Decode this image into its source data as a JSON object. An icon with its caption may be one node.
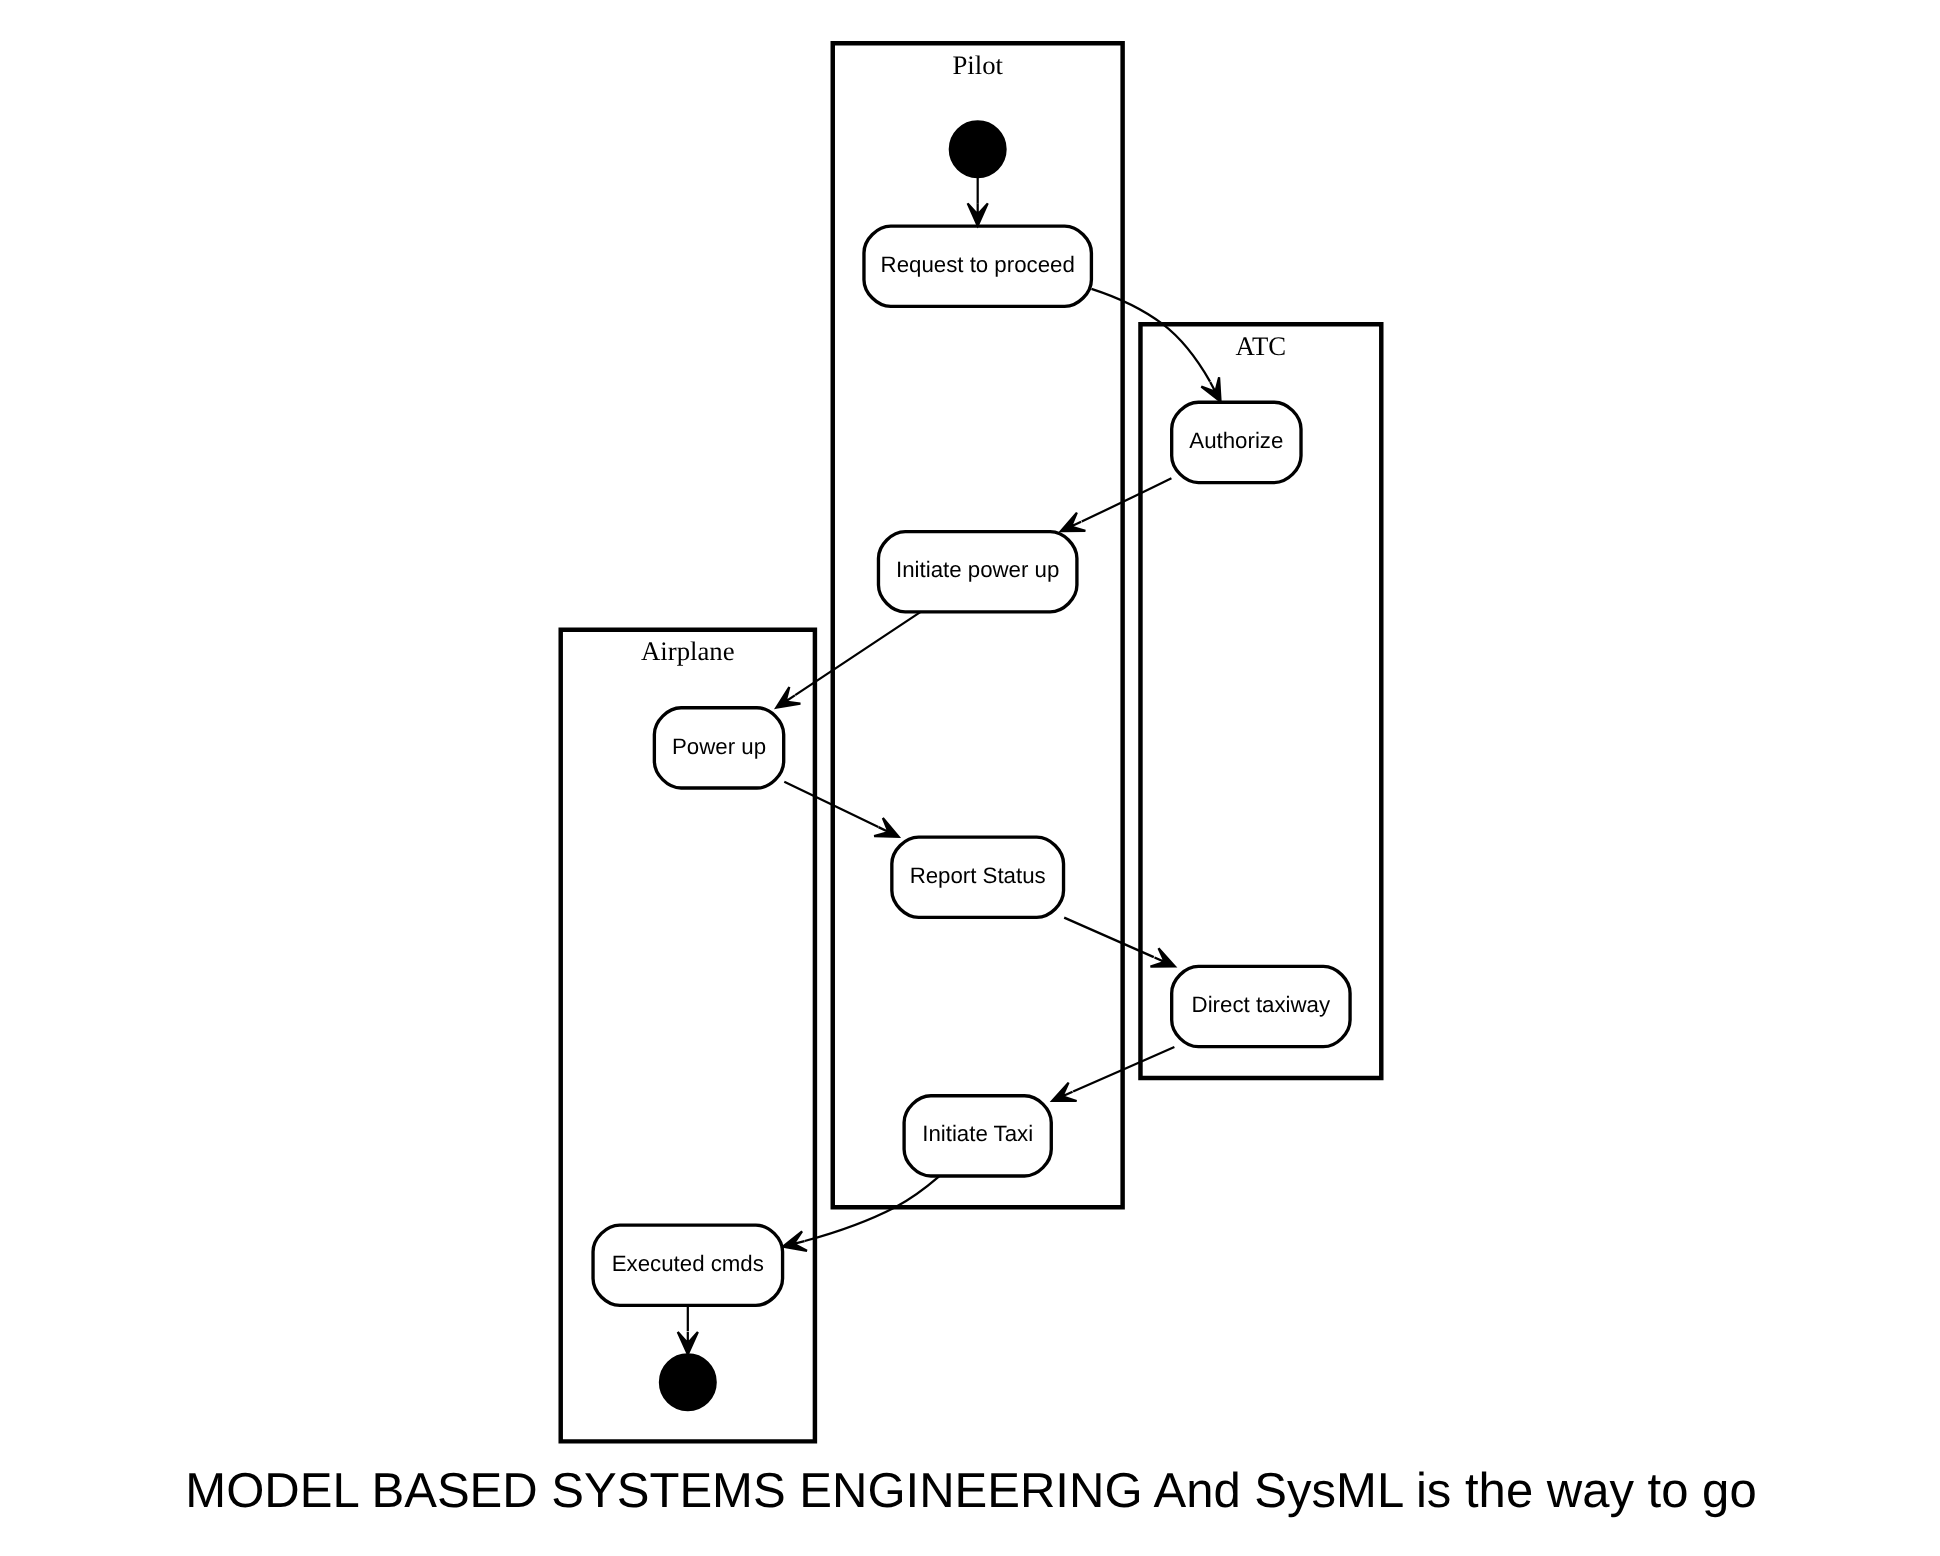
{
  "diagram": {
    "caption": "MODEL BASED SYSTEMS ENGINEERING And SysML is the way to go",
    "nodes": [
      {
        "text": [
          "ATC"
        ]
      },
      {
        "text": [
          "Pilot"
        ]
      },
      {
        "text": [
          "Airplane"
        ]
      },
      {
        "text": [],
        "shape": "circle",
        "in": 1
      },
      {
        "text": [
          "Request to proceed"
        ],
        "in": 1
      },
      {
        "text": [
          "Authorize"
        ],
        "in": 0
      },
      {
        "text": [
          "Initiate power up"
        ],
        "in": 1
      },
      {
        "text": [
          "Power up"
        ],
        "in": 2
      },
      {
        "text": [
          "Report Status"
        ],
        "in": 1
      },
      {
        "text": [
          "Direct taxiway"
        ],
        "in": 0
      },
      {
        "text": [
          "Initiate Taxi"
        ],
        "in": 1
      },
      {
        "text": [
          "Executed cmds"
        ],
        "in": 2
      },
      {
        "text": [],
        "shape": "circle",
        "in": 2
      }
    ],
    "edges": [
      {
        "from": 3,
        "to": 4,
        "arrow": "to"
      },
      {
        "from": 4,
        "to": 5,
        "arrow": "to"
      },
      {
        "from": 5,
        "to": 6,
        "arrow": "to"
      },
      {
        "from": 6,
        "to": 7,
        "arrow": "to"
      },
      {
        "from": 7,
        "to": 8,
        "arrow": "to"
      },
      {
        "from": 8,
        "to": 9,
        "arrow": "to"
      },
      {
        "from": 9,
        "to": 10,
        "arrow": "to"
      },
      {
        "from": 10,
        "to": 11,
        "arrow": "to"
      },
      {
        "from": 11,
        "to": 12,
        "arrow": "to"
      }
    ]
  }
}
